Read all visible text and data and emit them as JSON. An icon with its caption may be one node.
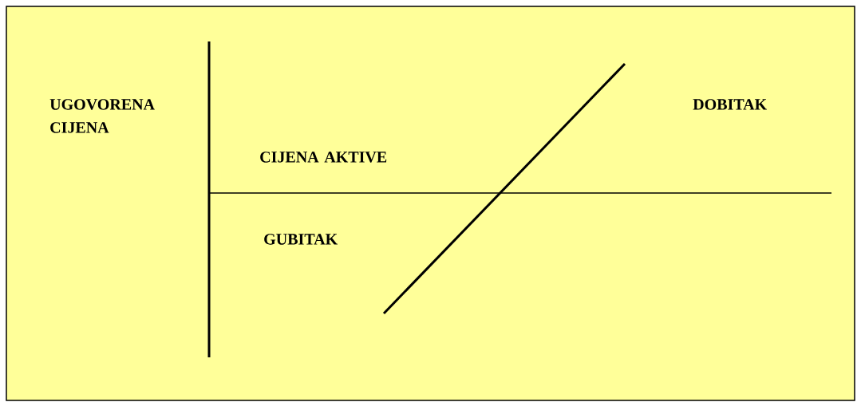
{
  "diagram": {
    "labels": [
      "UGOVORENA CIJENA",
      "DOBITAK",
      "CIJENA AKTIVE",
      "GUBITAK"
    ]
  }
}
